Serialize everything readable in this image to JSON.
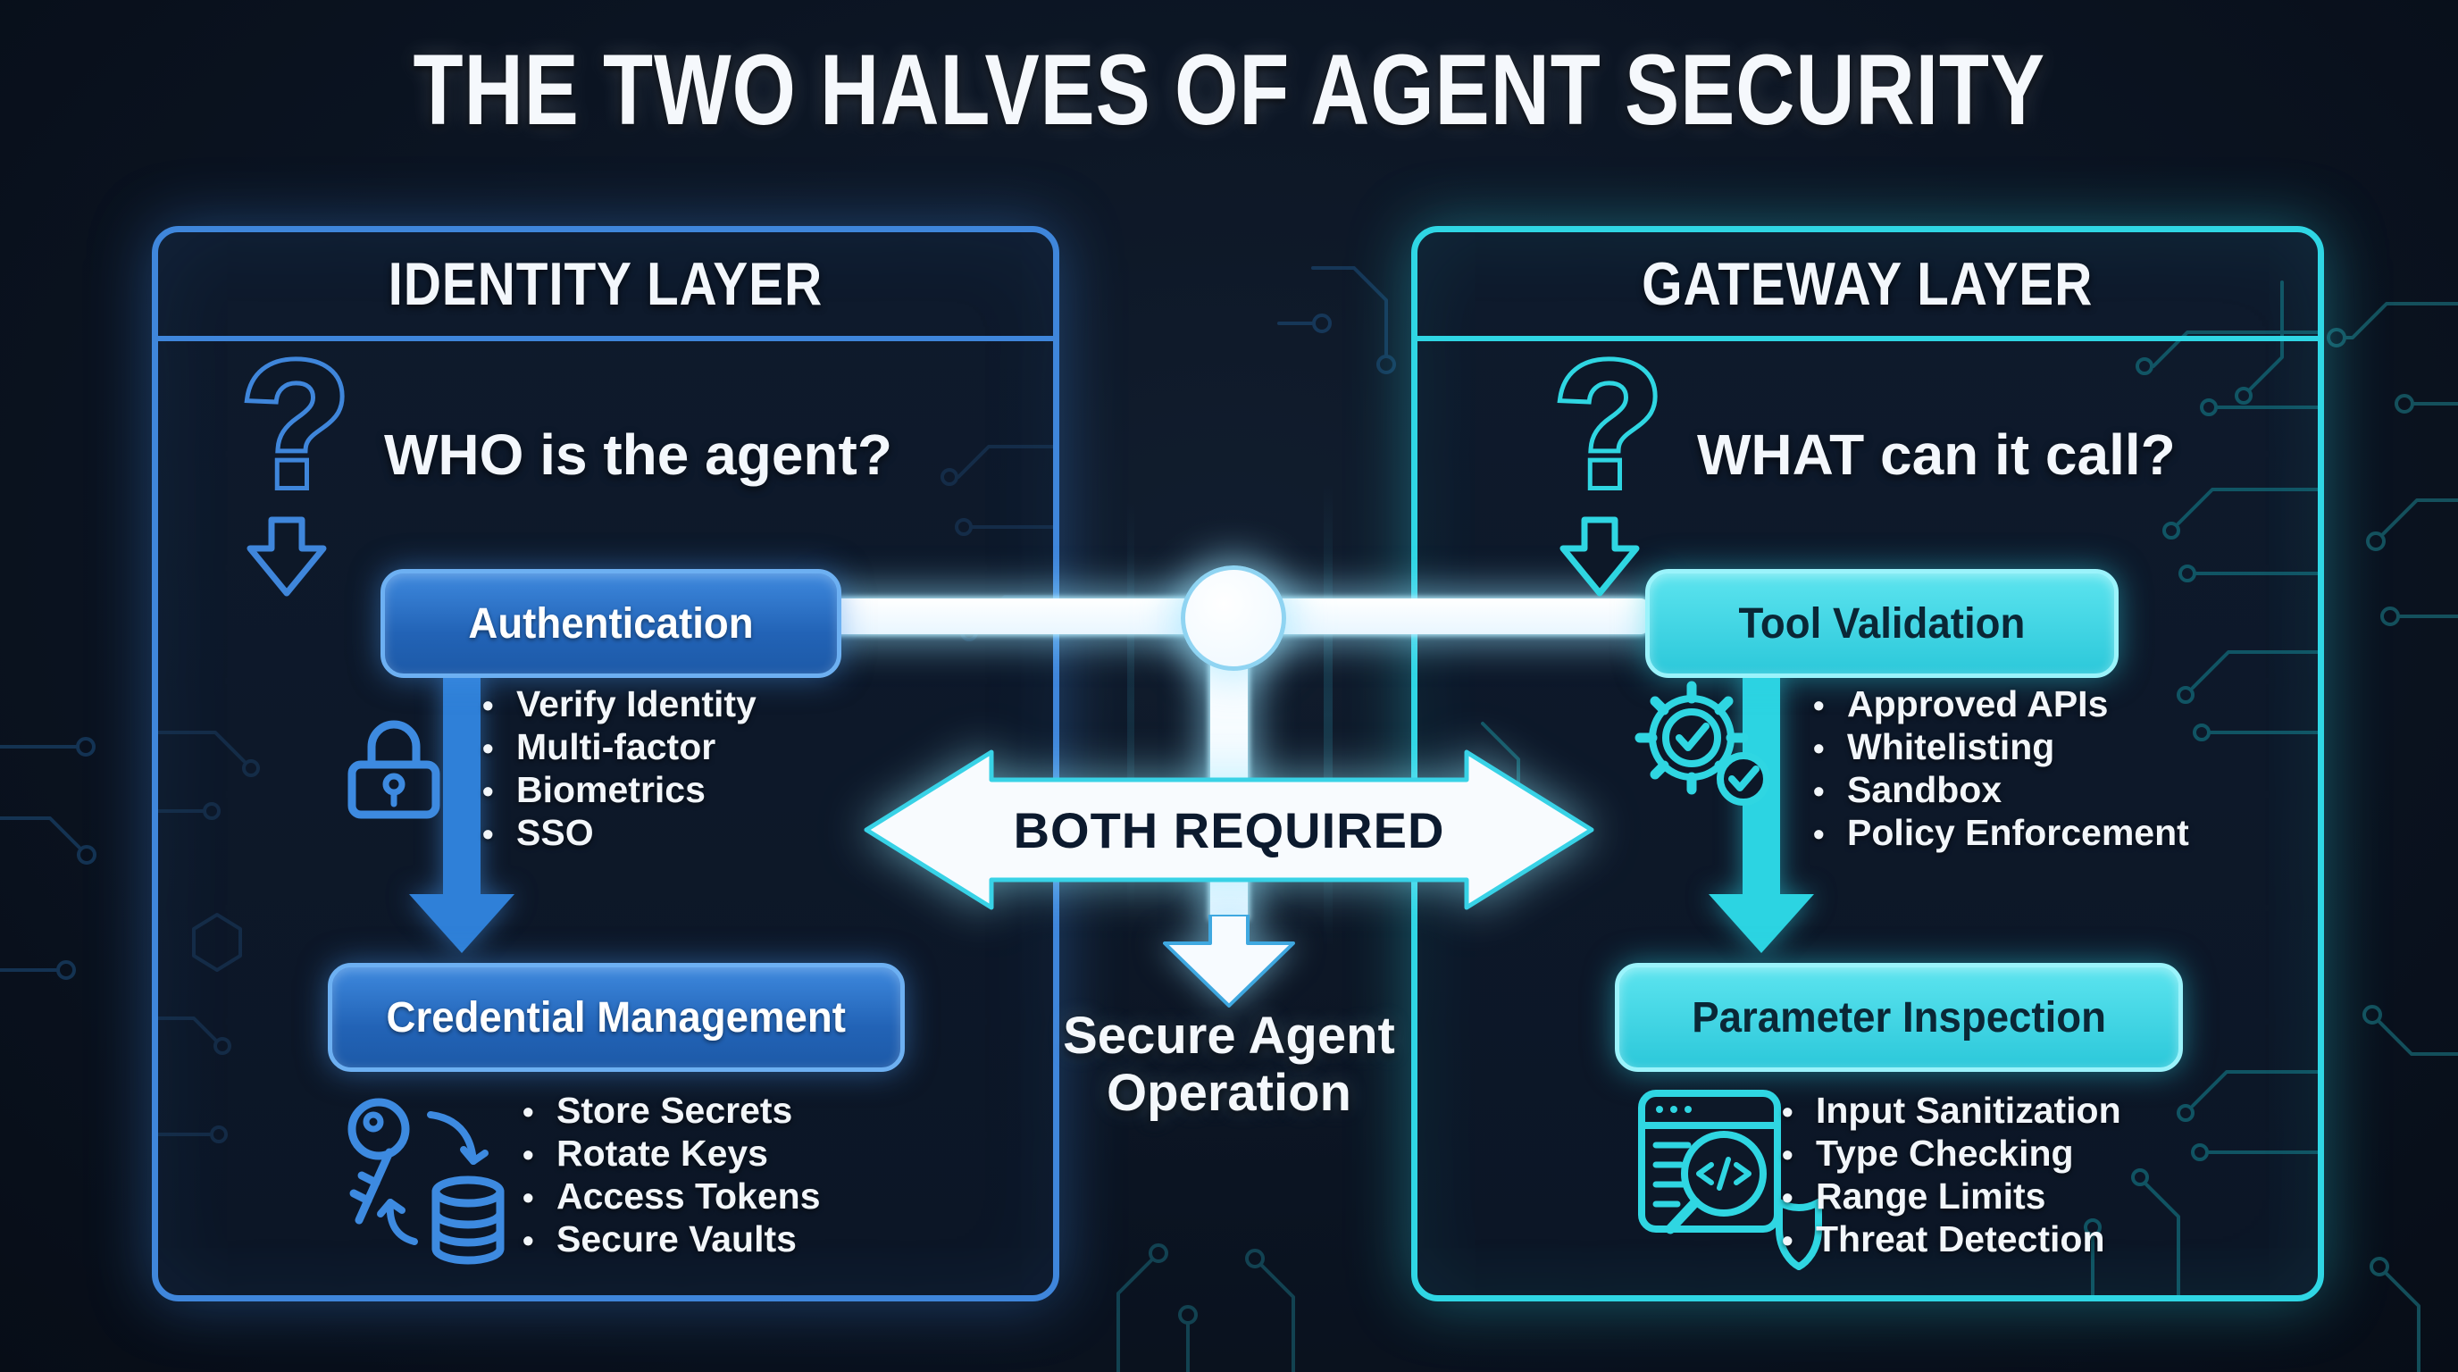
{
  "title": "THE TWO HALVES OF AGENT SECURITY",
  "identity_layer": {
    "header": "IDENTITY LAYER",
    "question_mark": "?",
    "question": "WHO is the agent?",
    "accent_color": "#3f86db",
    "authentication": {
      "label": "Authentication",
      "bullets": [
        "Verify Identity",
        "Multi-factor",
        "Biometrics",
        "SSO"
      ]
    },
    "credential_management": {
      "label": "Credential Management",
      "bullets": [
        "Store Secrets",
        "Rotate Keys",
        "Access Tokens",
        "Secure Vaults"
      ]
    }
  },
  "gateway_layer": {
    "header": "GATEWAY LAYER",
    "question_mark": "?",
    "question": "WHAT can it call?",
    "accent_color": "#2fd6e2",
    "tool_validation": {
      "label": "Tool Validation",
      "bullets": [
        "Approved APIs",
        "Whitelisting",
        "Sandbox",
        "Policy Enforcement"
      ]
    },
    "parameter_inspection": {
      "label": "Parameter Inspection",
      "bullets": [
        "Input Sanitization",
        "Type Checking",
        "Range Limits",
        "Threat Detection"
      ]
    }
  },
  "center": {
    "both_required_label": "BOTH REQUIRED",
    "outcome_line1": "Secure Agent",
    "outcome_line2": "Operation"
  },
  "icons": {
    "identity_question": "question-mark-down-arrow-icon",
    "gateway_question": "question-mark-down-arrow-icon",
    "authentication": "padlock-icon",
    "credential_management": "key-rotation-database-icon",
    "tool_validation": "gear-checkmarks-icon",
    "parameter_inspection": "code-magnifier-shield-icon"
  }
}
